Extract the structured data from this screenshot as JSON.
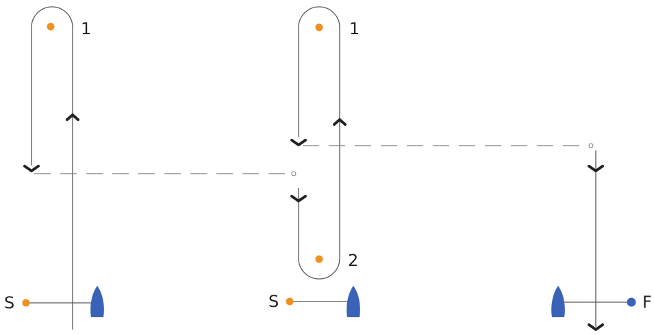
{
  "diagram": {
    "course_left": {
      "mark_1_label": "1",
      "start_label": "S"
    },
    "course_middle": {
      "mark_1_label": "1",
      "mark_2_label": "2",
      "start_label": "S"
    },
    "course_right": {
      "finish_label": "F"
    },
    "colors": {
      "start_marks": "#f0901f",
      "finish_mark": "#3a63b8",
      "boats": "#3a63b8",
      "course_lines": "#555555",
      "arrows": "#222222"
    }
  }
}
